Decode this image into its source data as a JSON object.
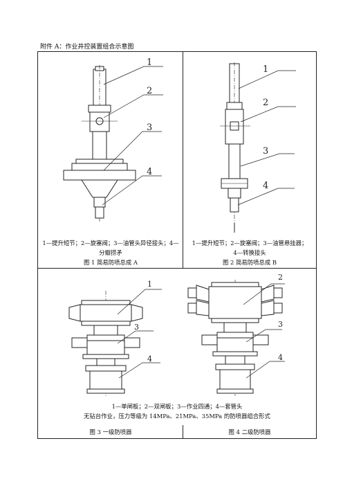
{
  "heading": "附件 A：作业井控装置组合示意图",
  "fig1": {
    "callouts": [
      "1",
      "2",
      "3",
      "4"
    ],
    "caption_line1": "1—提升短节；2—旋塞阀；3—油管头异径接头；4—",
    "caption_line2": "分瓣捞矛",
    "title": "图 1  简易防喷总成 A"
  },
  "fig2": {
    "callouts": [
      "1",
      "2",
      "3",
      "4"
    ],
    "caption_line1": "1—提升短节；2—旋塞阀；3—油管悬挂器；",
    "caption_line2": "4—转换接头",
    "title": "图 2  简易防喷总成 B"
  },
  "fig3": {
    "callouts": [
      "1",
      "3",
      "4"
    ],
    "title": "图 3   一级防喷器"
  },
  "fig4": {
    "callouts": [
      "2",
      "3",
      "4"
    ],
    "title": "图 4  二级防喷器"
  },
  "bottom_caption": {
    "line1": "1—单闸板；2—双闸板；3—作业四通；4—套管头",
    "line2": "无钻台作业，压力等级为 14MPa、21MPa、35MPa 的防喷器组合形式"
  }
}
